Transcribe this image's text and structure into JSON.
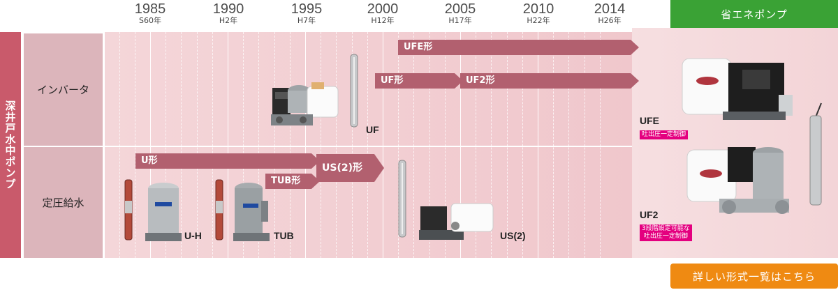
{
  "header": {
    "years": [
      {
        "year": "1985",
        "era": "S60年"
      },
      {
        "year": "1990",
        "era": "H2年"
      },
      {
        "year": "1995",
        "era": "H7年"
      },
      {
        "year": "2000",
        "era": "H12年"
      },
      {
        "year": "2005",
        "era": "H17年"
      },
      {
        "year": "2010",
        "era": "H22年"
      },
      {
        "year": "2014",
        "era": "H26年"
      }
    ],
    "eco_label": "省エネポンプ"
  },
  "side": {
    "category": "深井戸水中ポンプ",
    "rows": [
      "インバータ",
      "定圧給水"
    ]
  },
  "arrows": {
    "ufe": "UFE形",
    "uf": "UF形",
    "uf2": "UF2形",
    "u": "U形",
    "tub": "TUB形",
    "us2": "US(2)形"
  },
  "products": {
    "uf": "UF",
    "uh": "U-H",
    "tub": "TUB",
    "us2": "US(2)",
    "ufe": "UFE",
    "ufe_badge": "吐出圧一定制御",
    "uf2": "UF2",
    "uf2_badge_1": "3段階設定可能な",
    "uf2_badge_2": "吐出圧一定制御"
  },
  "footer": {
    "list_button": "詳しい形式一覧はこちら"
  }
}
